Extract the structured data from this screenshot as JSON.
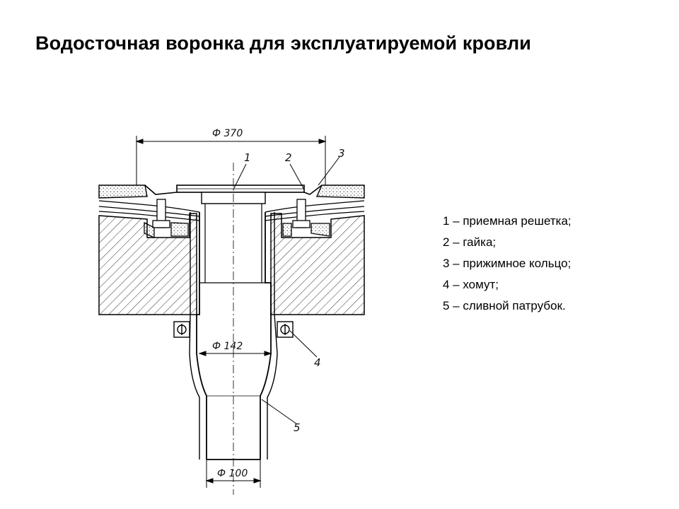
{
  "title": "Водосточная воронка для эксплуатируемой кровли",
  "diagram": {
    "dimensions": {
      "top": "Ф 370",
      "middle": "Ф 142",
      "bottom": "Ф 100"
    },
    "callouts": [
      "1",
      "2",
      "3",
      "4",
      "5"
    ]
  },
  "legend": [
    "1 – приемная решетка;",
    "2 – гайка;",
    "3 – прижимное кольцо;",
    "4 – хомут;",
    "5 – сливной патрубок."
  ]
}
